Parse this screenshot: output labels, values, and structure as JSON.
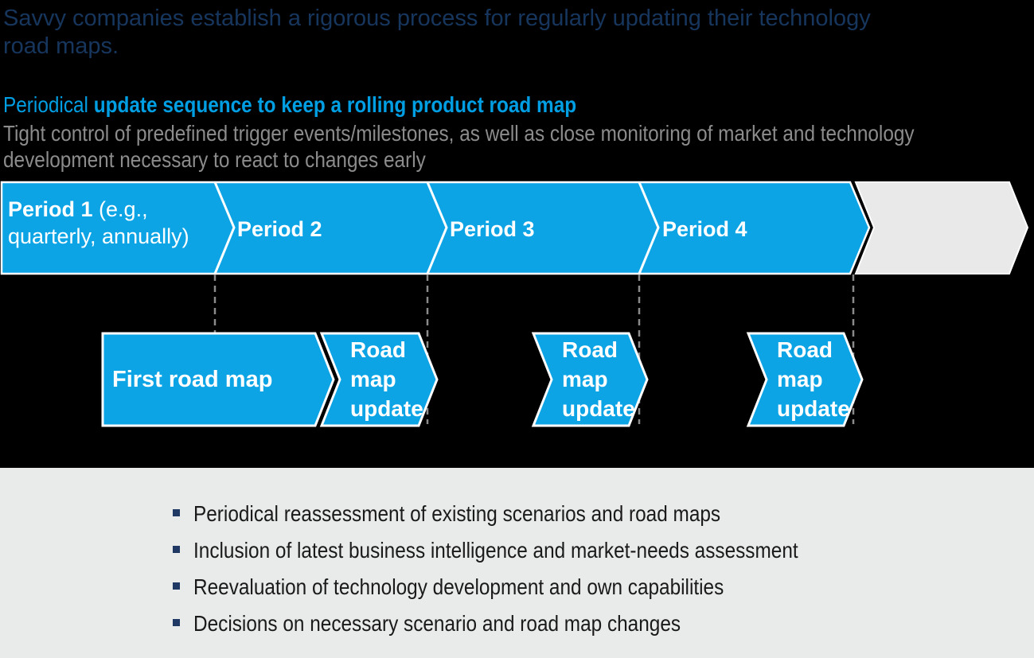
{
  "title": "Savvy companies establish a rigorous process for regularly updating their technology road maps.",
  "subtitle": {
    "lead": "Periodical ",
    "rest": "update sequence to keep a rolling product road map"
  },
  "description": "Tight control of predefined trigger events/milestones, as well as close monitoring of market and technology development necessary to react to changes early",
  "timeline": {
    "periods": [
      {
        "label_bold": "Period 1",
        "label_rest": " (e.g., quarterly, annually)"
      },
      {
        "label_bold": "Period 2",
        "label_rest": ""
      },
      {
        "label_bold": "Period 3",
        "label_rest": ""
      },
      {
        "label_bold": "Period 4",
        "label_rest": ""
      }
    ]
  },
  "roadmap": {
    "first": "First road map",
    "updates": [
      "Road map update",
      "Road map update",
      "Road map update"
    ]
  },
  "bullets": [
    "Periodical reassessment of existing scenarios and road maps",
    "Inclusion of latest business intelligence and market-needs assessment",
    "Reevaluation of technology development and own capabilities",
    "Decisions on necessary scenario and road map changes"
  ],
  "colors": {
    "background": "#000000",
    "title_navy": "#17365D",
    "heading_cyan": "#009FE3",
    "body_gray": "#8C8C8C",
    "band_blue": "#0DA4E6",
    "band_tail_gray": "#E9E9E9",
    "panel_gray": "#E9EAEA",
    "bullet_square_navy": "#1F3864",
    "shape_border_white": "#FFFFFF",
    "dashed_line_gray": "#8A8A8A"
  }
}
